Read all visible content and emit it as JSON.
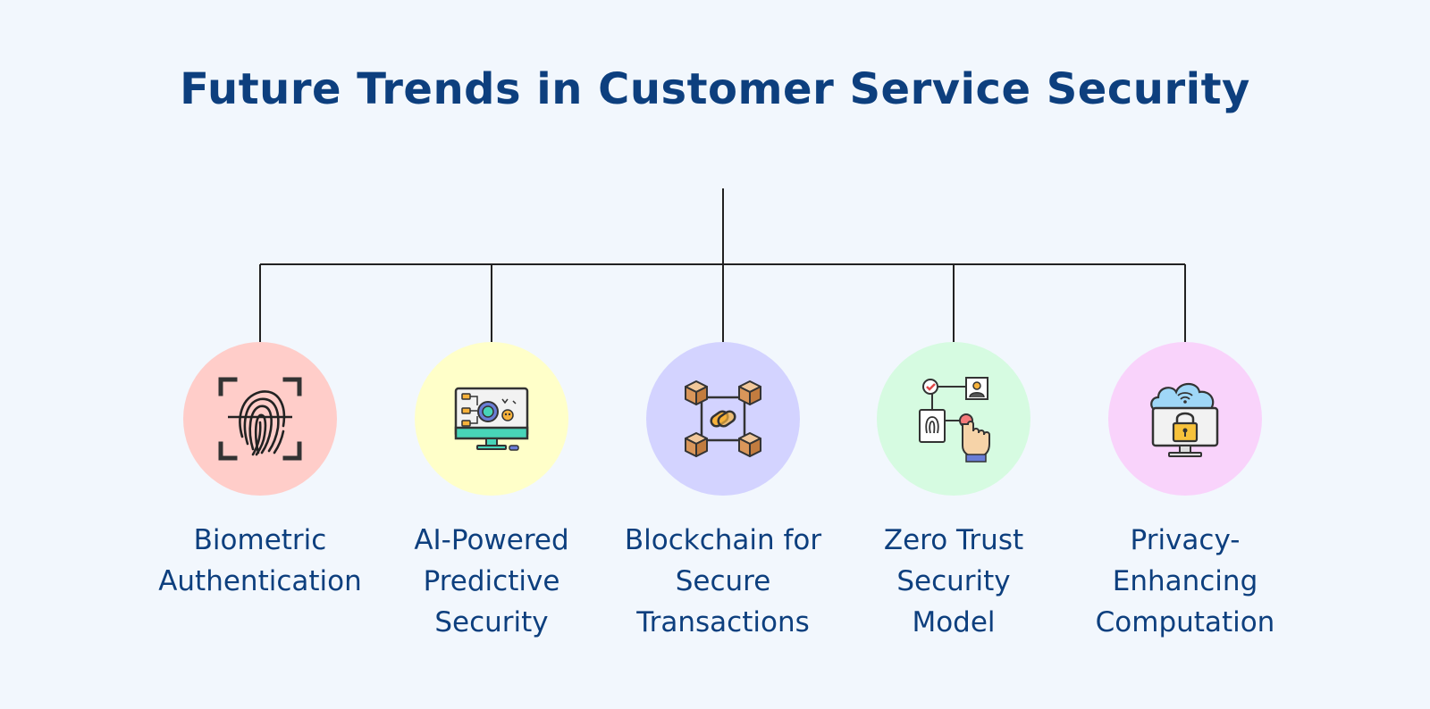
{
  "title": "Future Trends in Customer Service Security",
  "line_color": "#222222",
  "items": [
    {
      "lines": [
        "Biometric",
        "Authentication"
      ],
      "circle_color": "#ffcdc9",
      "icon": "fingerprint-icon"
    },
    {
      "lines": [
        "AI-Powered",
        "Predictive",
        "Security"
      ],
      "circle_color": "#ffffc9",
      "icon": "ai-monitor-icon"
    },
    {
      "lines": [
        "Blockchain for",
        "Secure",
        "Transactions"
      ],
      "circle_color": "#d3d3ff",
      "icon": "blockchain-icon"
    },
    {
      "lines": [
        "Zero Trust",
        "Security",
        "Model"
      ],
      "circle_color": "#d6fbe1",
      "icon": "zero-trust-icon"
    },
    {
      "lines": [
        "Privacy-",
        "Enhancing",
        "Computation"
      ],
      "circle_color": "#f9d3fb",
      "icon": "cloud-lock-monitor-icon"
    }
  ]
}
